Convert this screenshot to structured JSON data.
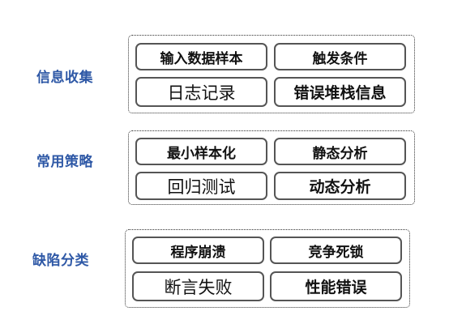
{
  "sections": [
    {
      "label": "信息收集",
      "items": [
        "输入数据样本",
        "触发条件",
        "日志记录",
        "错误堆栈信息"
      ]
    },
    {
      "label": "常用策略",
      "items": [
        "最小样本化",
        "静态分析",
        "回归测试",
        "动态分析"
      ]
    },
    {
      "label": "缺陷分类",
      "items": [
        "程序崩溃",
        "竞争死锁",
        "断言失败",
        "性能错误"
      ]
    }
  ],
  "colors": {
    "section_label": "#2e58a6",
    "box_border": "#555555",
    "group_border": "#333333"
  }
}
